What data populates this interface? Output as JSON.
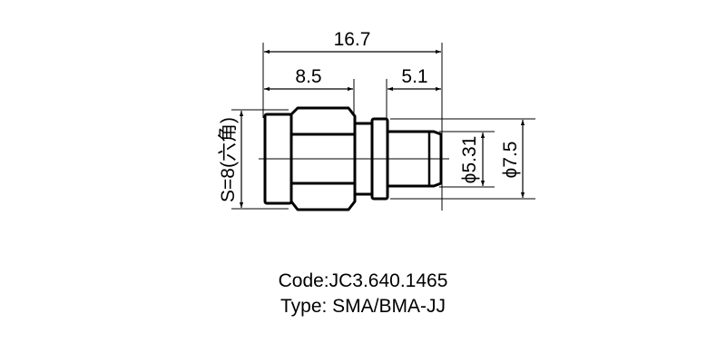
{
  "drawing": {
    "dimensions": {
      "overall_length": "16.7",
      "hex_length": "8.5",
      "tail_length": "5.1",
      "hex_size": "S=8(六角)",
      "inner_diameter": "ϕ5.31",
      "outer_diameter": "ϕ7.5"
    },
    "line_color": "#000000",
    "background_color": "#ffffff"
  },
  "caption": {
    "code": "Code:JC3.640.1465",
    "type": "Type: SMA/BMA-JJ"
  }
}
